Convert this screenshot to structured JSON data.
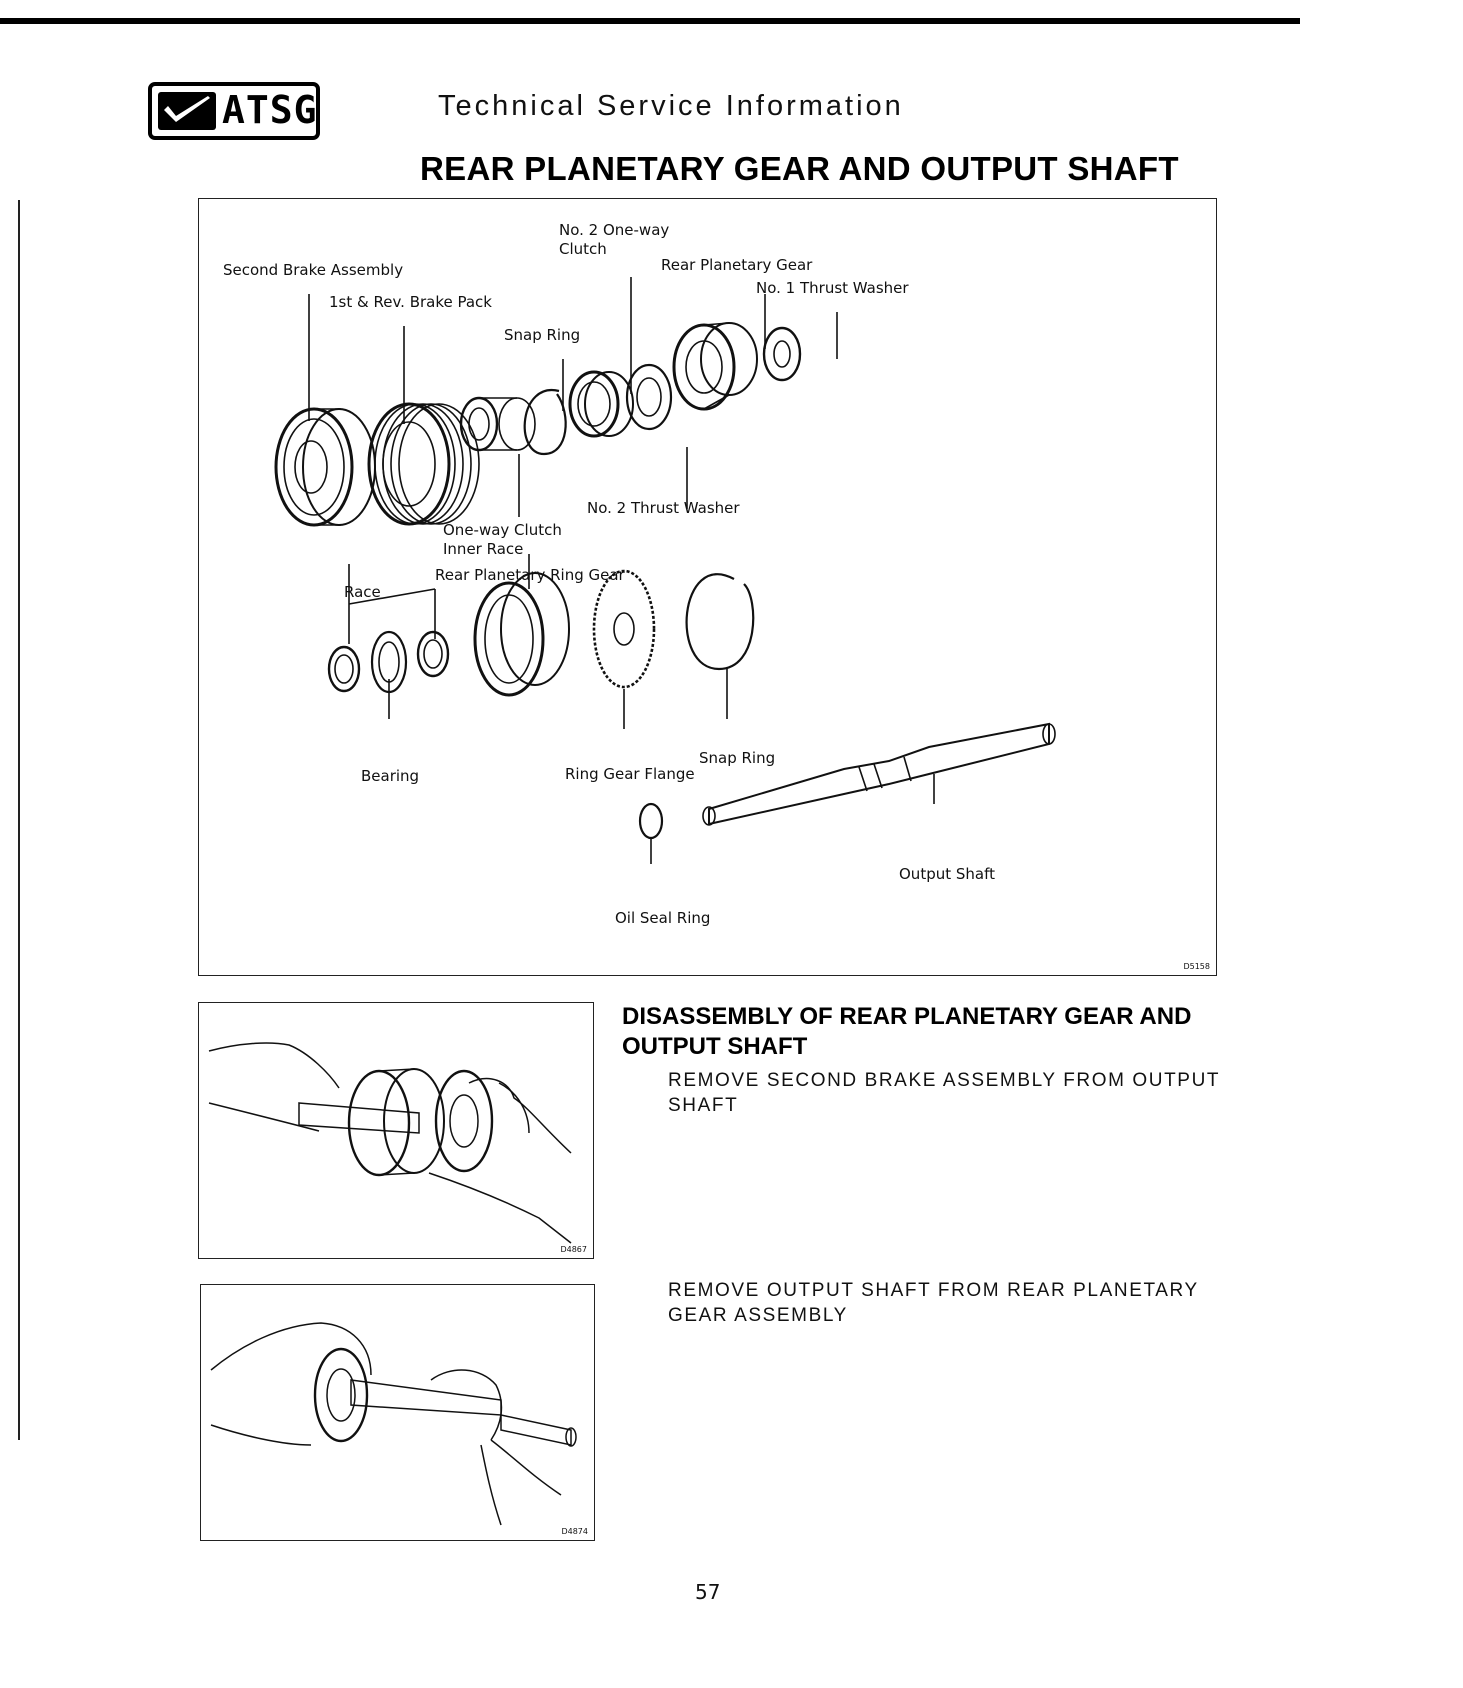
{
  "header": {
    "logo_text": "ATSG",
    "service_title": "Technical Service Information"
  },
  "page_title": "REAR PLANETARY GEAR AND OUTPUT SHAFT",
  "diagram": {
    "labels": {
      "second_brake": "Second Brake Assembly",
      "brake_pack": "1st & Rev. Brake Pack",
      "one_way_clutch_2_l1": "No. 2 One-way",
      "one_way_clutch_2_l2": "Clutch",
      "rear_planetary_gear": "Rear Planetary Gear",
      "thrust_washer_1": "No. 1 Thrust Washer",
      "snap_ring_top": "Snap Ring",
      "thrust_washer_2": "No. 2 Thrust Washer",
      "inner_race_l1": "One-way Clutch",
      "inner_race_l2": "Inner Race",
      "ring_gear": "Rear Planetary Ring Gear",
      "race": "Race",
      "bearing": "Bearing",
      "ring_gear_flange": "Ring Gear Flange",
      "snap_ring_bottom": "Snap Ring",
      "output_shaft": "Output Shaft",
      "oil_seal_ring": "Oil Seal Ring"
    },
    "figure_code": "D5158"
  },
  "section": {
    "title": "DISASSEMBLY OF REAR PLANETARY GEAR AND OUTPUT SHAFT",
    "steps": [
      "REMOVE SECOND BRAKE ASSEMBLY FROM OUTPUT SHAFT",
      "REMOVE OUTPUT SHAFT FROM REAR PLANETARY GEAR ASSEMBLY"
    ]
  },
  "photos": [
    {
      "figure_code": "D4867"
    },
    {
      "figure_code": "D4874"
    }
  ],
  "page_number": "57"
}
